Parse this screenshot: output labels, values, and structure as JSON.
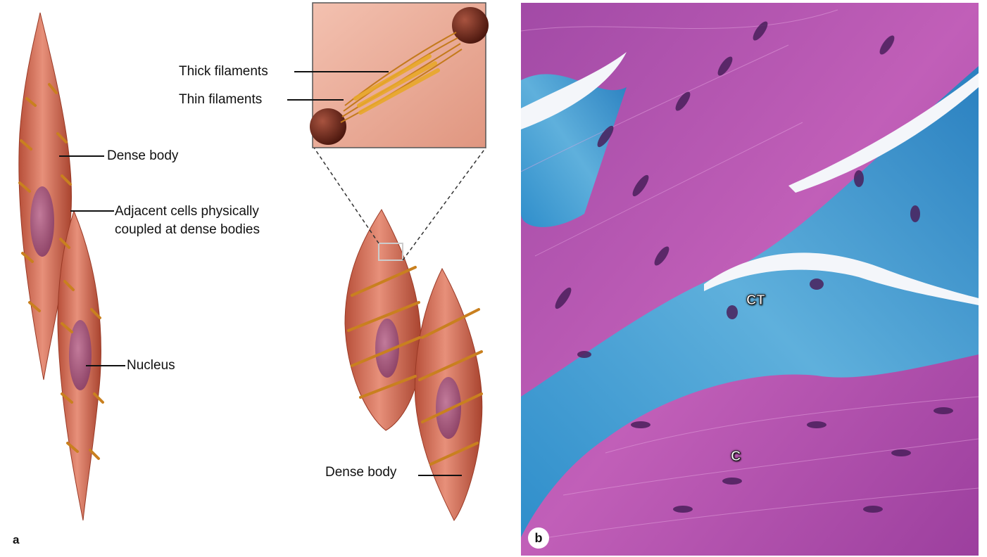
{
  "panel_a": {
    "letter": "a",
    "labels": {
      "thick_filaments": "Thick filaments",
      "thin_filaments": "Thin filaments",
      "dense_body_top": "Dense body",
      "adjacent_line1": "Adjacent cells physically",
      "adjacent_line2": "coupled at dense bodies",
      "nucleus": "Nucleus",
      "dense_body_bottom": "Dense body"
    }
  },
  "panel_b": {
    "letter": "b",
    "labels": {
      "ct": "CT",
      "c": "C"
    }
  },
  "colors": {
    "cell": "#d9715a",
    "cell_dark": "#a7432e",
    "nucleus": "#9a4f72",
    "dense_body": "#c9801f",
    "muscle_stain": "#b04fb0",
    "connective_stain": "#3d8fc8"
  }
}
